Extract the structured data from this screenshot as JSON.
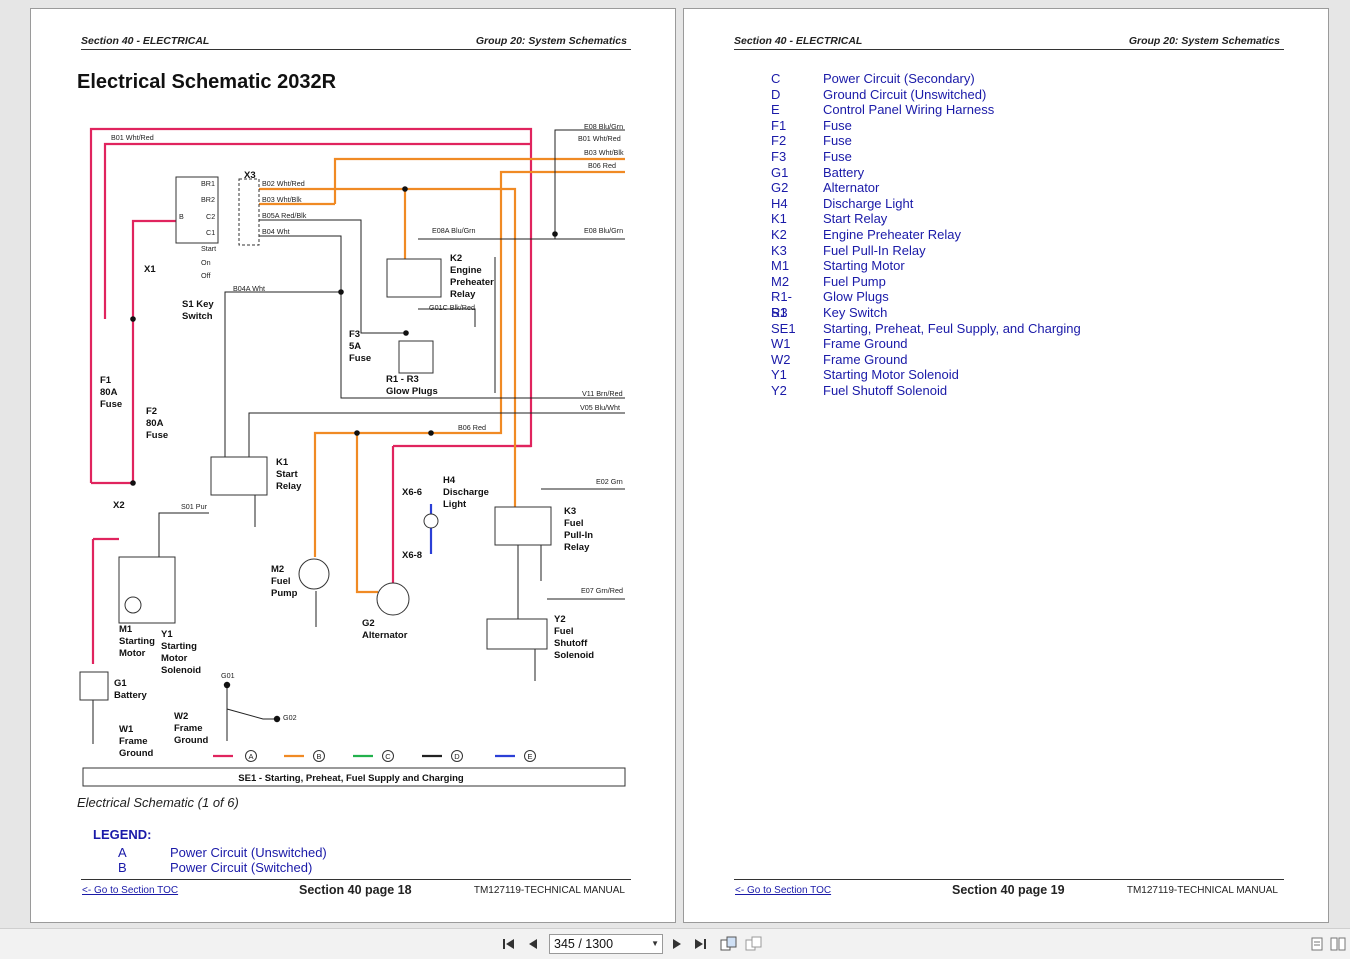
{
  "left_page": {
    "header_left": "Section 40 - ELECTRICAL",
    "header_right": "Group 20: System Schematics",
    "title": "Electrical Schematic 2032R",
    "caption": "Electrical Schematic (1 of 6)",
    "legend_title": "LEGEND:",
    "legend": [
      {
        "code": "A",
        "desc": "Power Circuit (Unswitched)"
      },
      {
        "code": "B",
        "desc": "Power Circuit (Switched)"
      }
    ],
    "footer_link": "<- Go to Section TOC",
    "footer_center": "Section 40 page 18",
    "footer_right": "TM127119-TECHNICAL MANUAL"
  },
  "right_page": {
    "header_left": "Section 40 - ELECTRICAL",
    "header_right": "Group 20: System Schematics",
    "legend": [
      {
        "code": "C",
        "desc": "Power Circuit (Secondary)"
      },
      {
        "code": "D",
        "desc": "Ground Circuit (Unswitched)"
      },
      {
        "code": "E",
        "desc": "Control Panel Wiring Harness"
      },
      {
        "code": "F1",
        "desc": "Fuse"
      },
      {
        "code": "F2",
        "desc": "Fuse"
      },
      {
        "code": "F3",
        "desc": "Fuse"
      },
      {
        "code": "G1",
        "desc": "Battery"
      },
      {
        "code": "G2",
        "desc": "Alternator"
      },
      {
        "code": "H4",
        "desc": "Discharge Light"
      },
      {
        "code": "K1",
        "desc": "Start Relay"
      },
      {
        "code": "K2",
        "desc": "Engine Preheater Relay"
      },
      {
        "code": "K3",
        "desc": "Fuel Pull-In Relay"
      },
      {
        "code": "M1",
        "desc": "Starting Motor"
      },
      {
        "code": "M2",
        "desc": "Fuel Pump"
      },
      {
        "code": "R1-R3",
        "desc": "Glow Plugs"
      },
      {
        "code": "S1",
        "desc": "Key Switch"
      },
      {
        "code": "SE1",
        "desc": "Starting, Preheat, Feul Supply, and Charging"
      },
      {
        "code": "W1",
        "desc": "Frame Ground"
      },
      {
        "code": "W2",
        "desc": "Frame Ground"
      },
      {
        "code": "Y1",
        "desc": "Starting Motor Solenoid"
      },
      {
        "code": "Y2",
        "desc": "Fuel Shutoff Solenoid"
      }
    ],
    "footer_link": "<- Go to Section TOC",
    "footer_center": "Section 40 page 19",
    "footer_right": "TM127119-TECHNICAL MANUAL"
  },
  "schematic": {
    "box_label": "SE1 - Starting, Preheat, Fuel Supply and Charging",
    "wire_legend": [
      {
        "code": "A",
        "color": "#e0245e"
      },
      {
        "code": "B",
        "color": "#f08a24"
      },
      {
        "code": "C",
        "color": "#22b14c"
      },
      {
        "code": "D",
        "color": "#000000"
      },
      {
        "code": "E",
        "color": "#2b3fd6"
      }
    ],
    "components": {
      "s1": "S1 Key Switch",
      "x1": "X1",
      "x2": "X2",
      "x3": "X3",
      "f1": "F1 80A Fuse",
      "f2": "F2 80A Fuse",
      "f3": "F3 5A Fuse",
      "k1": "K1 Start Relay",
      "k2": "K2 Engine Preheater Relay",
      "k3": "K3 Fuel Pull-In Relay",
      "r": "R1 - R3 Glow Plugs",
      "m1": "M1 Starting Motor",
      "y1": "Y1 Starting Motor Solenoid",
      "m2": "M2 Fuel Pump",
      "g1": "G1 Battery",
      "g2": "G2 Alternator",
      "h4": "H4 Discharge Light",
      "x66": "X6-6",
      "x68": "X6-8",
      "y2": "Y2 Fuel Shutoff Solenoid",
      "w1": "W1 Frame Ground",
      "w2": "W2 Frame Ground"
    },
    "wire_labels": {
      "e08": "E08 Blu/Grn",
      "b01": "B01 Wht/Red",
      "b03": "B03 Wht/Blk",
      "b06": "B06 Red",
      "b02": "B02 Wht/Red",
      "b05a": "B05A Red/Blk",
      "b04": "B04 Wht",
      "e08a": "E08A Blu/Grn",
      "g01c": "G01C Blk/Red",
      "v11": "V11 Brn/Red",
      "v05": "V05 Blu/Wht",
      "b04a": "B04A Wht",
      "e02": "E02 Grn",
      "e07": "E07 Grn/Red",
      "s01": "S01 Pur",
      "g02": "G02",
      "g01": "G01"
    },
    "switch_positions": [
      "Start",
      "On",
      "Off"
    ],
    "terminals": [
      "BR1",
      "BR2",
      "C2",
      "C1",
      "B"
    ]
  },
  "toolbar": {
    "page_indicator": "345 / 1300",
    "icons": [
      "first-page-icon",
      "prev-page-icon",
      "next-page-icon",
      "last-page-icon",
      "single-page-icon",
      "double-page-icon",
      "page-view-icon",
      "two-page-view-icon"
    ]
  }
}
